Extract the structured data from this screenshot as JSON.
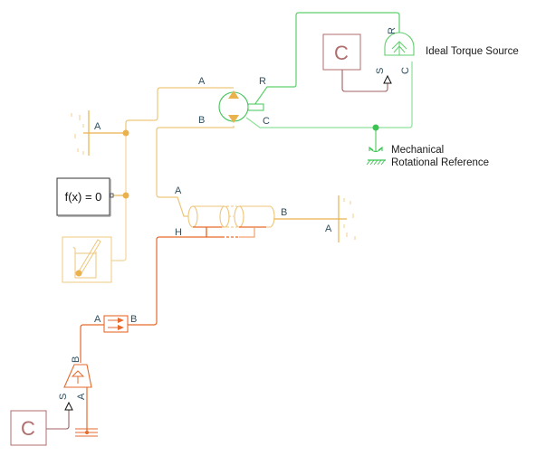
{
  "diagram": {
    "colors": {
      "hydraulic": "#e9b24d",
      "hydraulic_light": "#f2d59e",
      "thermal": "#e66a2c",
      "mechanical": "#45c45a",
      "mechanical_light": "#8fe09a",
      "signal": "#a06262",
      "block_border": "#333333"
    },
    "blocks": {
      "constant_top": {
        "label": "C"
      },
      "ideal_torque_source": {
        "name": "Ideal Torque Source",
        "ports": {
          "R": "R",
          "S": "S",
          "C": "C"
        }
      },
      "mech_ref": {
        "name_line1": "Mechanical",
        "name_line2": "Rotational Reference"
      },
      "hydraulic_motor": {
        "ports": {
          "A": "A",
          "B": "B",
          "R": "R",
          "C": "C"
        }
      },
      "hyd_ref_top": {
        "port": "A"
      },
      "solver_config": {
        "label": "f(x) = 0"
      },
      "fluid_props": {},
      "actuator": {
        "ports": {
          "A": "A",
          "B": "B",
          "H": "H"
        }
      },
      "hyd_ref_right": {
        "port": "A"
      },
      "check_valve": {
        "ports": {
          "A": "A",
          "B": "B"
        }
      },
      "flow_source": {
        "ports": {
          "B": "B",
          "S": "S",
          "A": "A"
        }
      },
      "constant_bottom": {
        "label": "C"
      }
    }
  }
}
